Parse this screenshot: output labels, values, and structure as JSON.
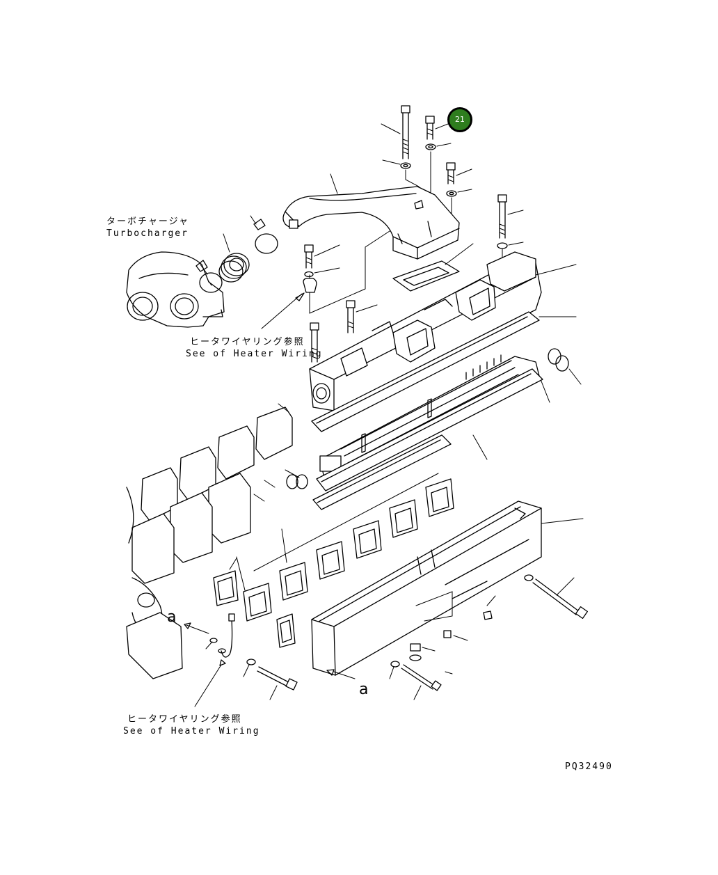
{
  "labels": {
    "turbocharger_jp": "ターボチャージャ",
    "turbocharger_en": "Turbocharger",
    "heater_wiring_jp_1": "ヒータワイヤリング参照",
    "heater_wiring_en_1": "See of Heater Wiring",
    "heater_wiring_jp_2": "ヒータワイヤリング参照",
    "heater_wiring_en_2": "See of Heater Wiring",
    "ref_a_1": "a",
    "ref_a_2": "a",
    "drawing_number": "PQ32490"
  },
  "callout": {
    "number": "21",
    "color": "#2e7d1e"
  }
}
